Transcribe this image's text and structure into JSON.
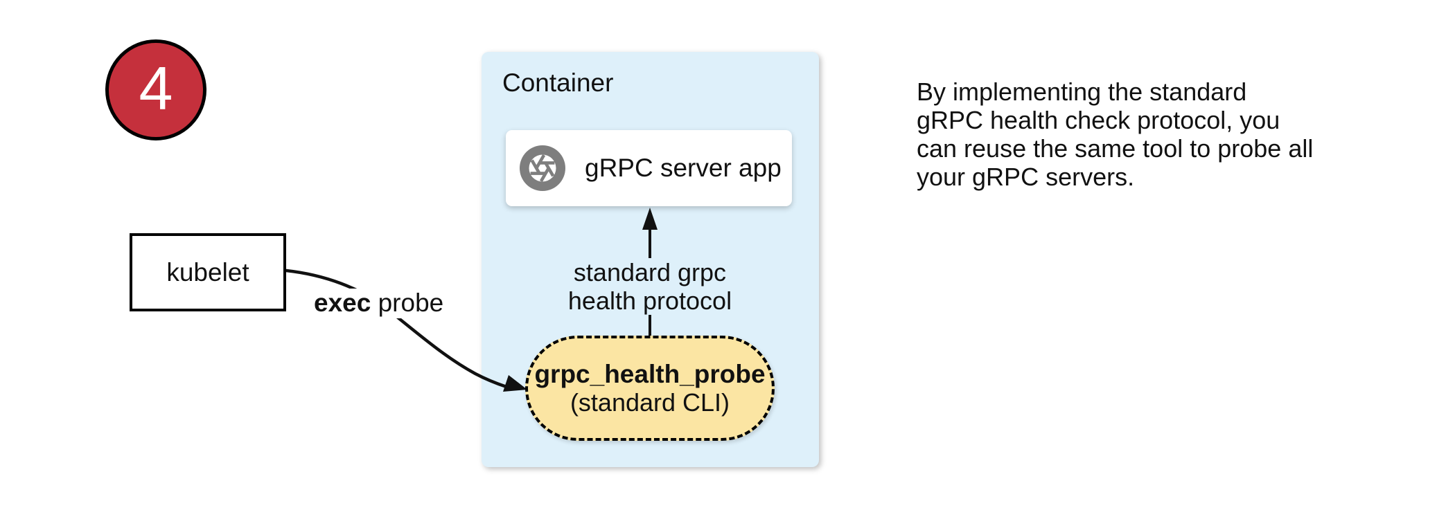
{
  "colors": {
    "badge_red": "#C5303C",
    "container_blue": "#DEF0FA",
    "pill_yellow": "#FBE5A3",
    "icon_gray": "#7E7E7E"
  },
  "badge": {
    "number": "4"
  },
  "kubelet": {
    "label": "kubelet"
  },
  "exec_probe": {
    "bold_text": "exec",
    "normal_text": " probe"
  },
  "container": {
    "title": "Container",
    "server_box": {
      "label": "gRPC server app",
      "icon": "aperture-shutter-icon"
    },
    "probe_pill": {
      "title": "grpc_health_probe",
      "subtitle": "(standard CLI)"
    },
    "protocol_label": {
      "line1": "standard grpc",
      "line2": "health protocol"
    }
  },
  "annotation": {
    "text": "By implementing the standard\ngRPC health check protocol, you\ncan reuse the same tool to probe all\nyour gRPC servers."
  }
}
